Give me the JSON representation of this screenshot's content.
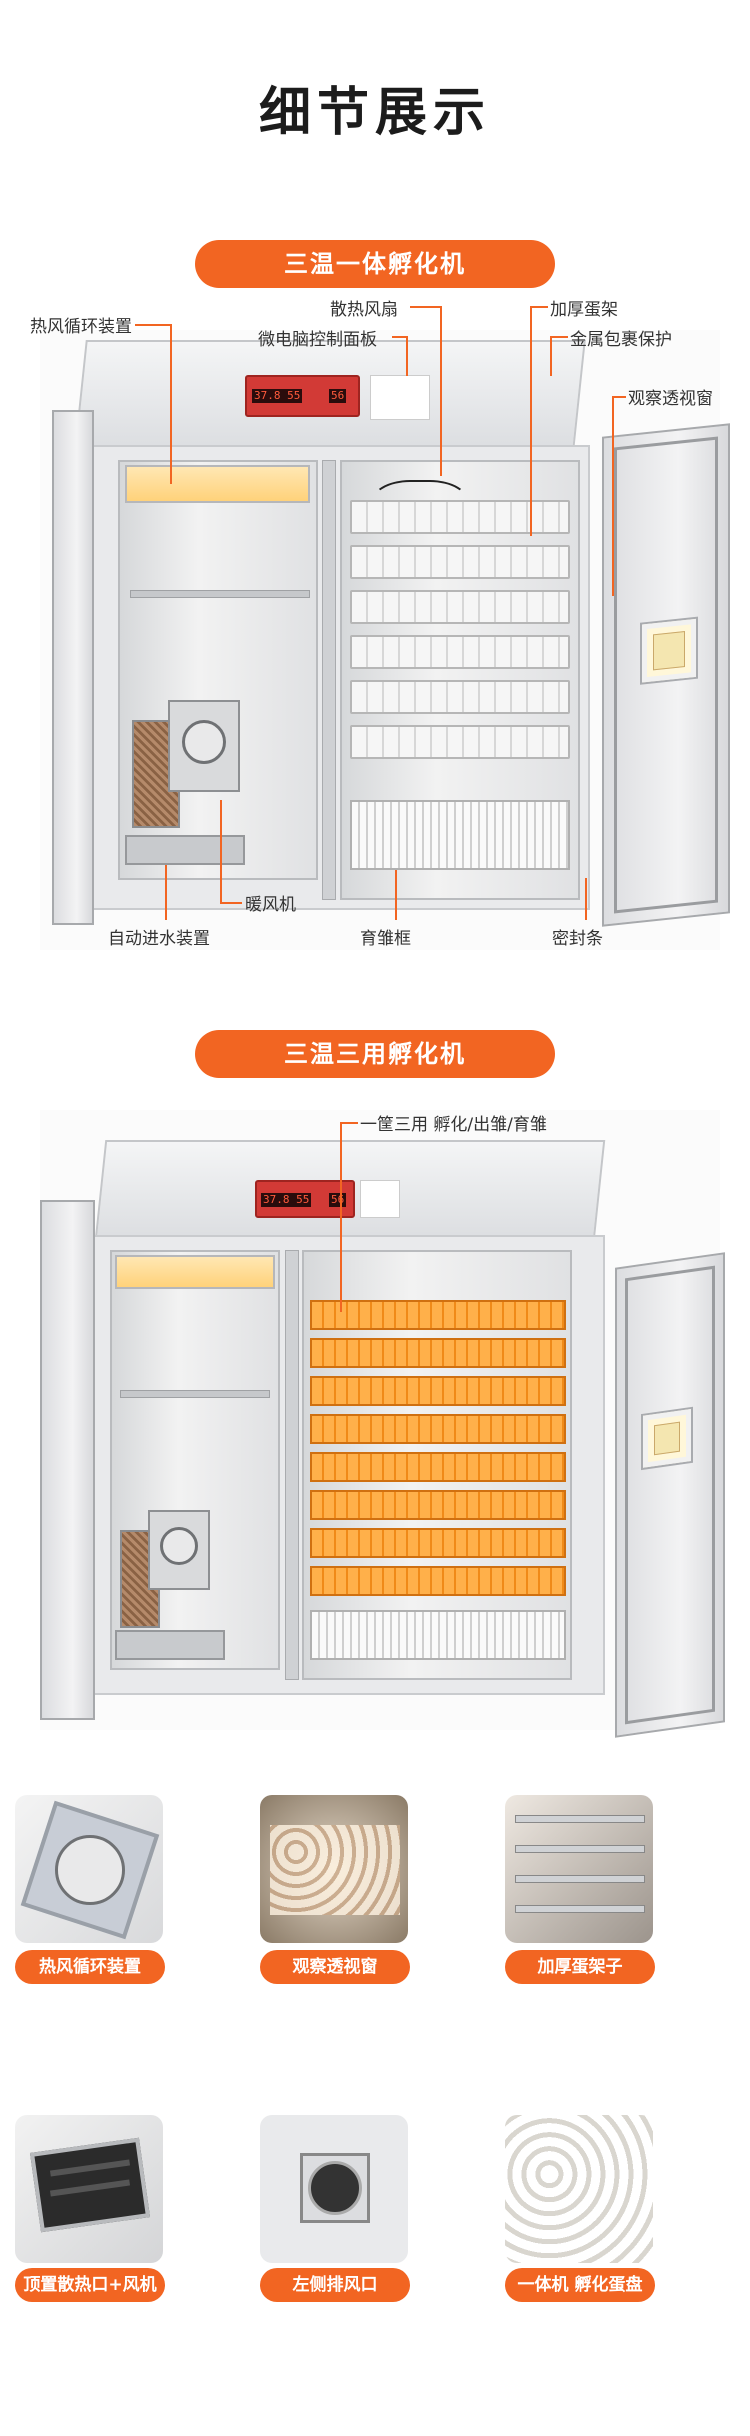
{
  "page": {
    "title": "细节展示"
  },
  "section1": {
    "pill": "三温一体孵化机",
    "callouts": {
      "hot_air": "热风循环装置",
      "cooling_fan": "散热风扇",
      "control_panel": "微电脑控制面板",
      "thick_rack": "加厚蛋架",
      "metal_cover": "金属包裹保护",
      "view_window": "观察透视窗",
      "heater": "暖风机",
      "auto_water": "自动进水装置",
      "brooder_basket": "育雏框",
      "seal_strip": "密封条"
    },
    "panel_digits_left": "37.8 55",
    "panel_digits_right": "56"
  },
  "section2": {
    "pill": "三温三用孵化机",
    "callout": "一筐三用 孵化/出雏/育雏",
    "panel_digits_left": "37.8 55",
    "panel_digits_right": "56"
  },
  "thumbnails": [
    {
      "caption": "热风循环装置",
      "icon": "fan-detail-photo"
    },
    {
      "caption": "观察透视窗",
      "icon": "window-detail-photo"
    },
    {
      "caption": "加厚蛋架子",
      "icon": "rack-detail-photo"
    },
    {
      "caption": "顶置散热口+风机",
      "icon": "vent-fan-detail-photo"
    },
    {
      "caption": "左侧排风口",
      "icon": "exhaust-detail-photo"
    },
    {
      "caption": "一体机 孵化蛋盘",
      "icon": "egg-tray-detail-photo"
    }
  ],
  "colors": {
    "accent": "#f26522",
    "cabinet": "#e9eaec",
    "panel": "#d23a36",
    "orange_tray": "#f08a18"
  }
}
